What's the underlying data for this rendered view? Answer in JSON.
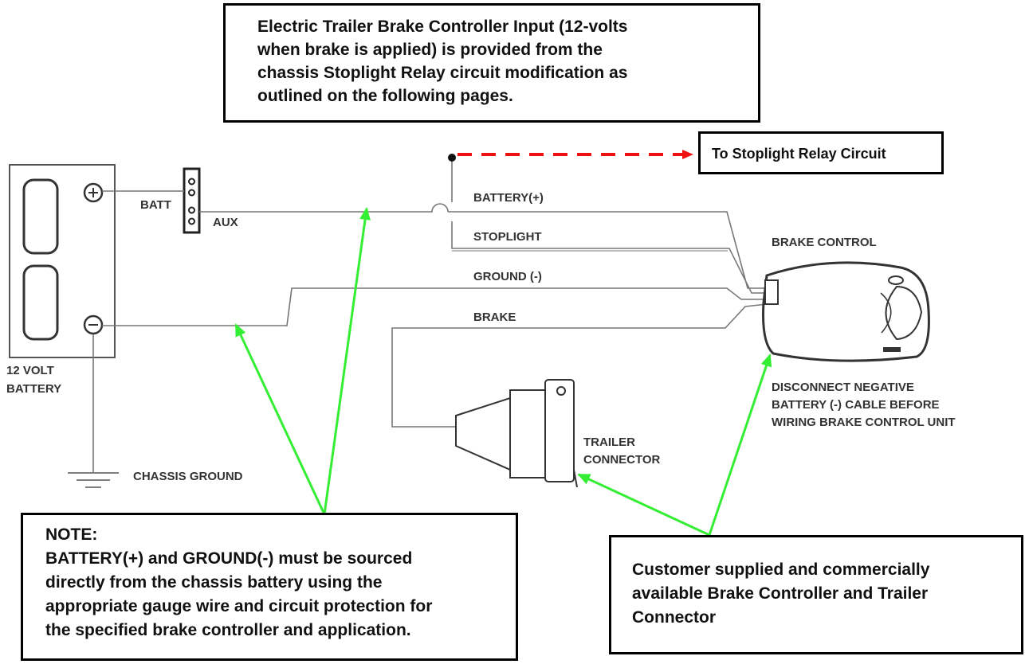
{
  "callouts": {
    "controller_input": {
      "lines": [
        "Electric Trailer Brake Controller Input (12-volts",
        "when brake is applied) is provided from the",
        "chassis Stoplight Relay circuit modification as",
        "outlined on the following pages."
      ]
    },
    "stoplight_relay": {
      "text": "To Stoplight Relay Circuit"
    },
    "note": {
      "lines": [
        "NOTE:",
        "BATTERY(+) and GROUND(-) must be sourced",
        "directly from the chassis battery using the",
        "appropriate gauge wire and circuit protection for",
        "the specified brake controller and application."
      ]
    },
    "customer": {
      "lines": [
        "Customer supplied and commercially",
        "available Brake Controller and Trailer",
        "Connector"
      ]
    }
  },
  "labels": {
    "batt": "BATT",
    "aux": "AUX",
    "battery_line1": "12 VOLT",
    "battery_line2": "BATTERY",
    "chassis_ground": "CHASSIS GROUND",
    "wire_battery": "BATTERY(+)",
    "wire_stoplight": "STOPLIGHT",
    "wire_ground": "GROUND (-)",
    "wire_brake": "BRAKE",
    "brake_control": "BRAKE CONTROL",
    "disconnect_line1": "DISCONNECT NEGATIVE",
    "disconnect_line2": "BATTERY (-) CABLE BEFORE",
    "disconnect_line3": "WIRING BRAKE CONTROL UNIT",
    "trailer_line1": "TRAILER",
    "trailer_line2": "CONNECTOR"
  },
  "symbols": {
    "positive_terminal": "⊕",
    "negative_terminal": "⊖"
  },
  "colors": {
    "arrow_green": "#33ee33",
    "dashed_red": "#ee1111",
    "wire": "#777777"
  }
}
